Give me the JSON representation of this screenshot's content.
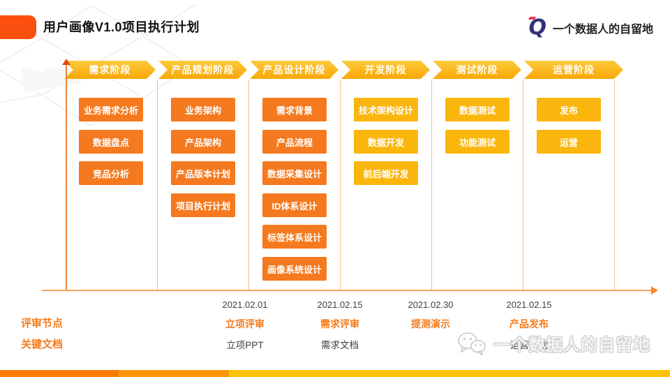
{
  "header": {
    "title": "用户画像V1.0项目执行计划",
    "logo_q": "Q",
    "logo_text": "一个数据人的自留地"
  },
  "phases": [
    {
      "label": "需求阶段",
      "color": "orange",
      "tasks": [
        "业务需求分析",
        "数据盘点",
        "竞品分析"
      ]
    },
    {
      "label": "产品规划阶段",
      "color": "orange",
      "tasks": [
        "业务架构",
        "产品架构",
        "产品版本计划",
        "项目执行计划"
      ]
    },
    {
      "label": "产品设计阶段",
      "color": "orange",
      "tasks": [
        "需求背景",
        "产品流程",
        "数据采集设计",
        "ID体系设计",
        "标签体系设计",
        "画像系统设计"
      ]
    },
    {
      "label": "开发阶段",
      "color": "yellow",
      "tasks": [
        "技术架构设计",
        "数据开发",
        "前后端开发"
      ]
    },
    {
      "label": "测试阶段",
      "color": "yellow",
      "tasks": [
        "数据测试",
        "功能测试"
      ]
    },
    {
      "label": "运营阶段",
      "color": "yellow",
      "tasks": [
        "发布",
        "运营"
      ]
    }
  ],
  "timeline": {
    "row_labels": {
      "review": "评审节点",
      "docs": "关键文档"
    },
    "milestones": [
      {
        "date": "2021.02.01",
        "review": "立项评审",
        "doc": "立项PPT"
      },
      {
        "date": "2021.02.15",
        "review": "需求评审",
        "doc": "需求文档"
      },
      {
        "date": "2021.02.30",
        "review": "提测演示",
        "doc": ""
      },
      {
        "date": "2021.02.15",
        "review": "产品发布",
        "doc": "运营计划"
      }
    ]
  },
  "watermark": {
    "icon": "wechat-icon",
    "text": "一个数据人的自留地"
  },
  "colors": {
    "accent_red_orange": "#FA4F0F",
    "task_orange": "#F5791E",
    "task_yellow": "#FBB60E",
    "banner_amber_top": "#FDC93B",
    "banner_amber_bottom": "#F9A806",
    "axis_orange": "#F5A159",
    "review_text_orange": "#F57A1A",
    "logo_navy": "#32327A",
    "logo_red": "#F2315E",
    "strip_1": "#F87B06",
    "strip_2": "#FB9708",
    "strip_3": "#FCC203",
    "text_dark": "#3F3F3F"
  }
}
